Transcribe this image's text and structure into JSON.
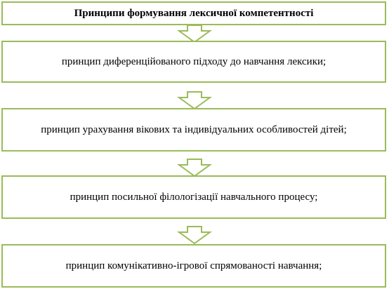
{
  "diagram": {
    "title": "Принципи формування лексичної компетентності",
    "principles": [
      "принцип диференційованого підходу до навчання лексики;",
      "принцип урахування вікових та індивідуальних особливостей дітей;",
      "принцип посильної філологізації навчального процесу;",
      "принцип комунікативно-ігрової спрямованості навчання;"
    ]
  },
  "colors": {
    "border": "#9bbb59",
    "arrow_stroke": "#9bbb59",
    "arrow_fill": "#ffffff",
    "text": "#000000"
  },
  "icons": {
    "connector": "down-arrow-icon"
  }
}
